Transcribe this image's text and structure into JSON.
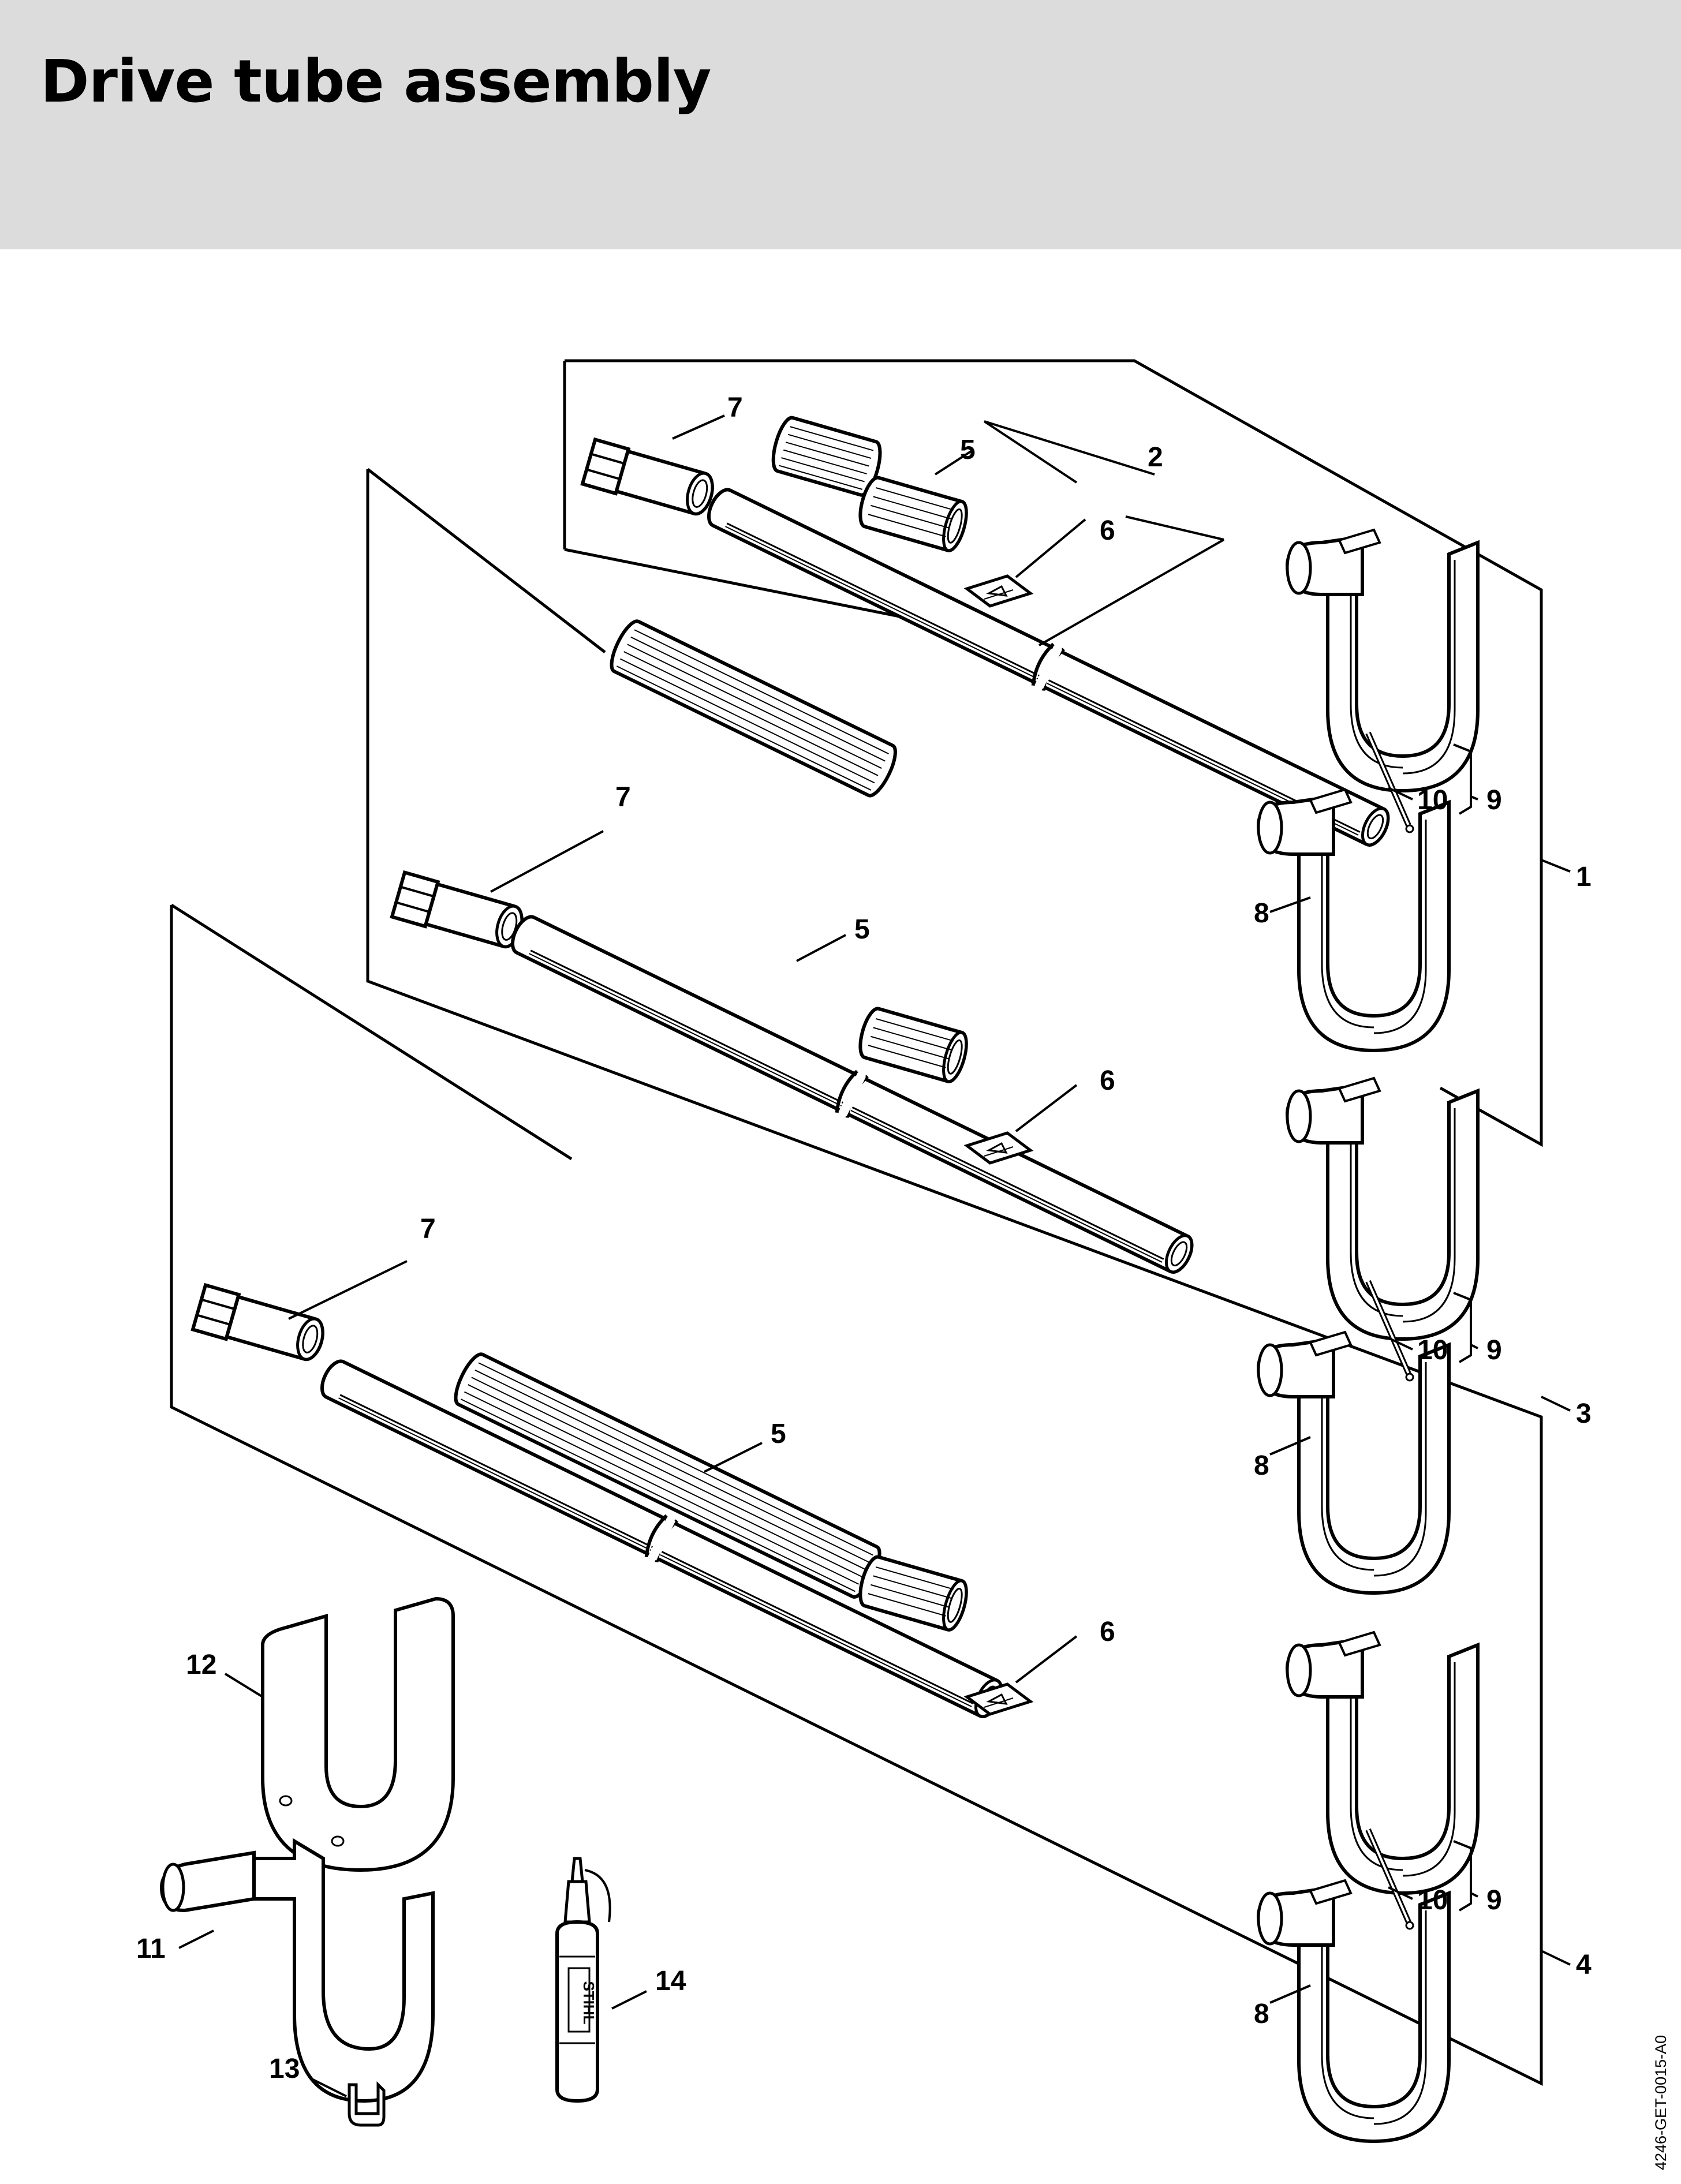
{
  "header": {
    "title": "Drive tube assembly"
  },
  "document_code": "4246-GET-0015-A0",
  "colors": {
    "header_background": "#dcdcdc",
    "ink": "#000000"
  },
  "callouts": [
    "1",
    "2",
    "3",
    "4",
    "5",
    "6",
    "7",
    "8",
    "9",
    "10",
    "11",
    "12",
    "13",
    "14"
  ],
  "bottle_label": "STIHL"
}
